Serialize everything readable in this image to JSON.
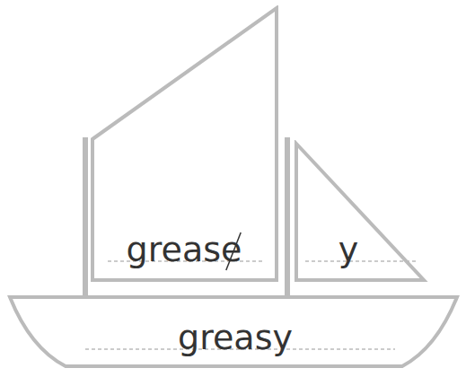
{
  "diagram": {
    "nodes": [
      {
        "text": [
          "grease"
        ]
      },
      {
        "text": [
          "y"
        ]
      },
      {
        "text": [
          "greasy"
        ]
      }
    ],
    "labels": []
  }
}
